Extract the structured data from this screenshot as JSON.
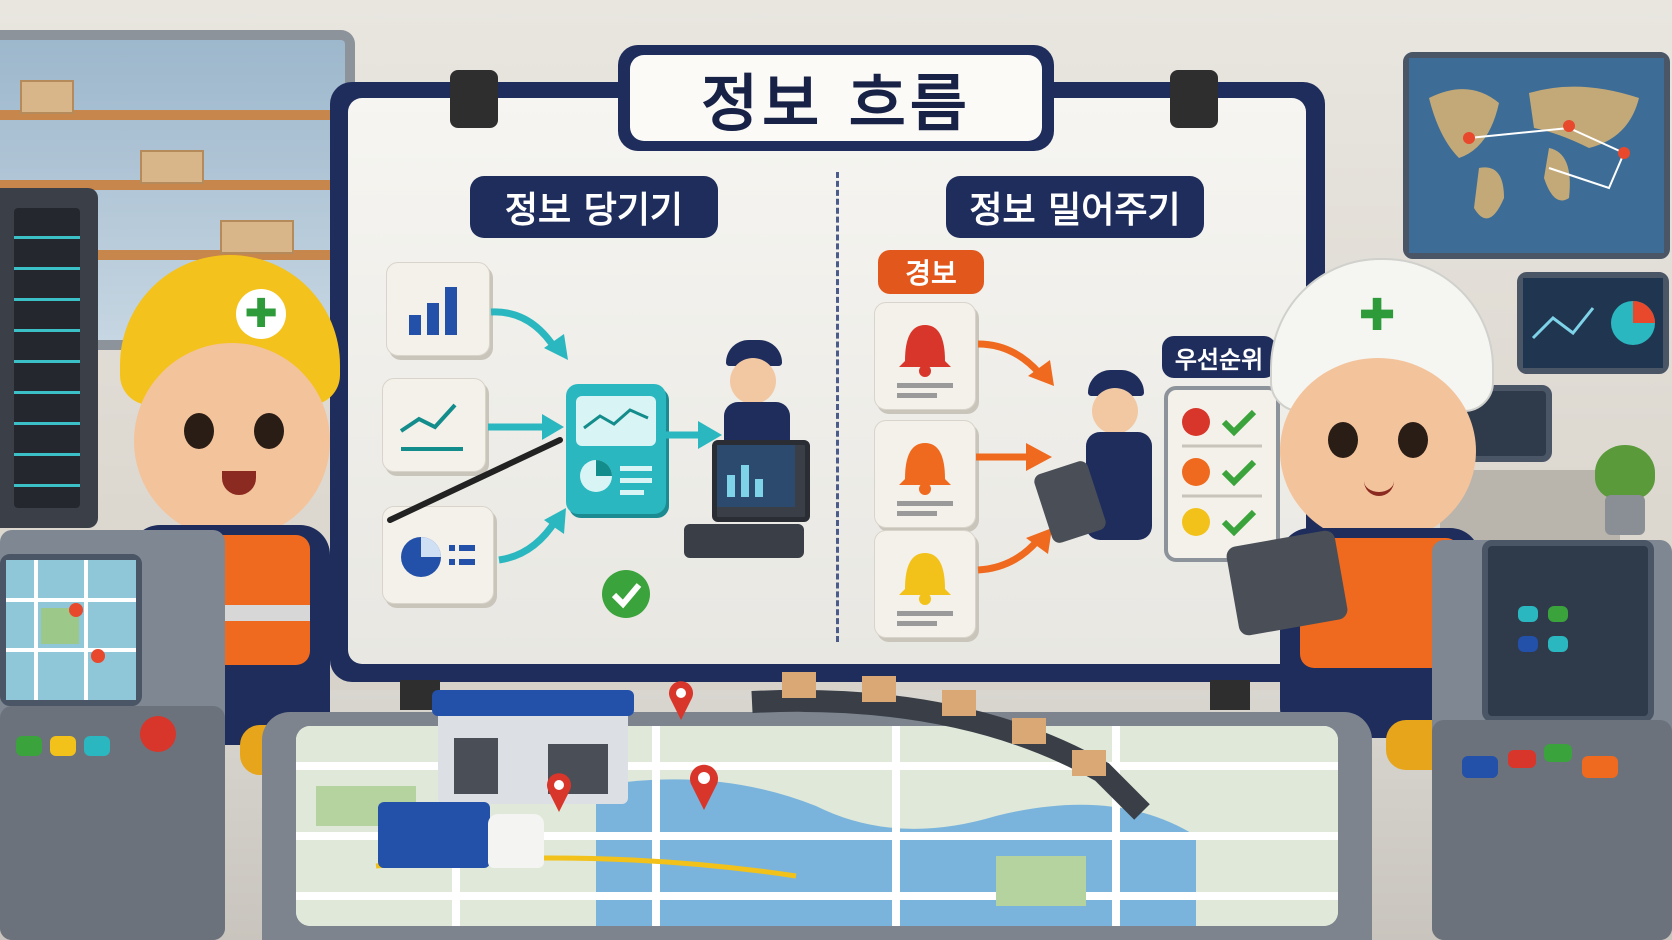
{
  "title": "정보 흐름",
  "left_section": {
    "label": "정보 당기기"
  },
  "right_section": {
    "label": "정보 밀어주기",
    "alert_tag": "경보",
    "priority_tag": "우선순위"
  },
  "colors": {
    "navy": "#1f2d5c",
    "teal": "#2bb7bf",
    "orange": "#ef6a1e",
    "alert_tag": "#e2571c",
    "check_green": "#3aa33c",
    "red_status": "#d8362a",
    "yellow_status": "#f2c21b"
  },
  "icons": [
    "bar-chart-icon",
    "line-chart-icon",
    "pie-chart-icon",
    "dashboard-icon",
    "check-icon",
    "bell-red-icon",
    "bell-orange-icon",
    "bell-yellow-icon",
    "map-pin-icon",
    "world-map-icon"
  ]
}
